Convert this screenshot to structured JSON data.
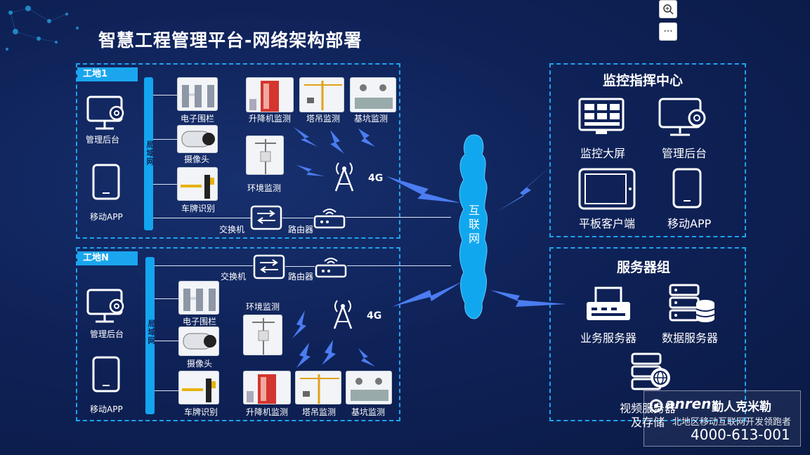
{
  "title": "智慧工程管理平台-网络架构部署",
  "site1": {
    "tag": "工地1",
    "lan": "局域网",
    "admin": "管理后台",
    "mobile": "移动APP",
    "fence": "电子围栏",
    "camera": "摄像头",
    "plate": "车牌识别",
    "lift": "升降机监测",
    "crane": "塔吊监测",
    "pit": "基坑监测",
    "env": "环境监测",
    "net4g": "4G",
    "switch": "交换机",
    "router": "路由器"
  },
  "siteN": {
    "tag": "工地N",
    "lan": "局域网",
    "admin": "管理后台",
    "mobile": "移动APP",
    "fence": "电子围栏",
    "camera": "摄像头",
    "plate": "车牌识别",
    "lift": "升降机监测",
    "crane": "塔吊监测",
    "pit": "基坑监测",
    "env": "环境监测",
    "net4g": "4G",
    "switch": "交换机",
    "router": "路由器"
  },
  "internet": "互联网",
  "command_center": {
    "title": "监控指挥中心",
    "screen": "监控大屏",
    "admin": "管理后台",
    "tablet": "平板客户端",
    "mobile": "移动APP"
  },
  "servers": {
    "title": "服务器组",
    "business": "业务服务器",
    "data": "数据服务器",
    "video_line1": "视频服务器",
    "video_line2": "及存储"
  },
  "controls": {
    "zoom_icon": "zoom-in-icon",
    "more": "···"
  },
  "watermark": {
    "brand_en": "anren",
    "brand_cn": "勤人克米勒",
    "slogan": "北地区移动互联网开发领跑者",
    "phone": "4000-613-001"
  },
  "colors": {
    "accent": "#1aa6ef",
    "background": "#0f2258",
    "lightning": "#4b7df0"
  }
}
